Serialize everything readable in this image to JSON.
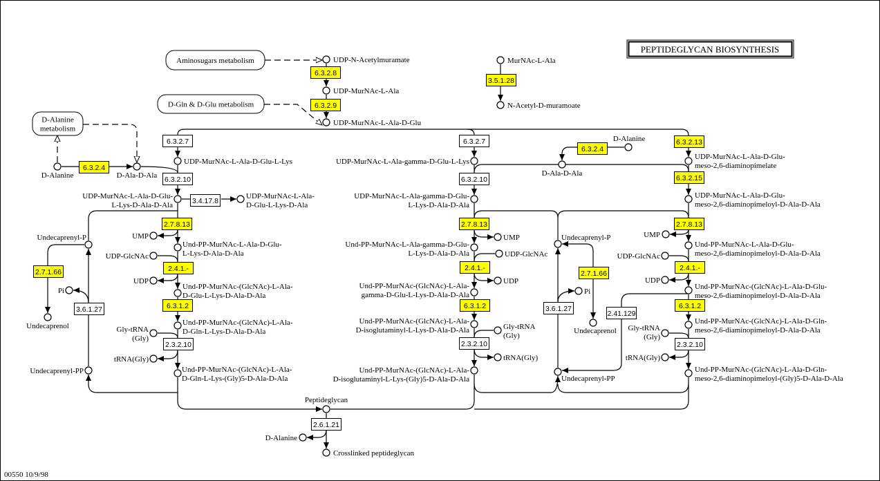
{
  "title": "PEPTIDEGLYCAN BIOSYNTHESIS",
  "footer": "00550   10/9/98",
  "colors": {
    "highlight": "#ffff00",
    "border": "#000000",
    "background": "#ffffff"
  },
  "pathway_maps": [
    {
      "lines": [
        "Aminosugars metabolism"
      ]
    },
    {
      "lines": [
        "D-Gln & D-Glu metabolism"
      ]
    },
    {
      "lines": [
        "D-Alanine",
        "metabolism"
      ]
    }
  ],
  "enzymes": [
    {
      "ec": "6.3.2.8",
      "highlighted": true
    },
    {
      "ec": "6.3.2.9",
      "highlighted": true
    },
    {
      "ec": "3.5.1.28",
      "highlighted": true
    },
    {
      "ec": "6.3.2.7",
      "highlighted": false
    },
    {
      "ec": "6.3.2.4",
      "highlighted": true
    },
    {
      "ec": "6.3.2.10",
      "highlighted": false
    },
    {
      "ec": "3.4.17.8",
      "highlighted": false
    },
    {
      "ec": "2.7.8.13",
      "highlighted": true
    },
    {
      "ec": "2.4.1.-",
      "highlighted": true
    },
    {
      "ec": "6.3.1.2",
      "highlighted": true
    },
    {
      "ec": "2.3.2.10",
      "highlighted": false
    },
    {
      "ec": "2.7.1.66",
      "highlighted": true
    },
    {
      "ec": "3.6.1.27",
      "highlighted": false
    },
    {
      "ec": "6.3.2.7",
      "highlighted": false
    },
    {
      "ec": "6.3.2.10",
      "highlighted": false
    },
    {
      "ec": "2.7.8.13",
      "highlighted": true
    },
    {
      "ec": "2.4.1.-",
      "highlighted": true
    },
    {
      "ec": "6.3.1.2",
      "highlighted": true
    },
    {
      "ec": "2.3.2.10",
      "highlighted": false
    },
    {
      "ec": "6.3.2.4",
      "highlighted": true
    },
    {
      "ec": "2.7.1.66",
      "highlighted": true
    },
    {
      "ec": "3.6.1.27",
      "highlighted": false
    },
    {
      "ec": "2.41.129",
      "highlighted": false
    },
    {
      "ec": "6.3.2.13",
      "highlighted": true
    },
    {
      "ec": "6.3.2.15",
      "highlighted": true
    },
    {
      "ec": "2.7.8.13",
      "highlighted": true
    },
    {
      "ec": "2.4.1.-",
      "highlighted": true
    },
    {
      "ec": "6.3.1.2",
      "highlighted": true
    },
    {
      "ec": "2.3.2.10",
      "highlighted": false
    },
    {
      "ec": "2.6.1.21",
      "highlighted": false
    }
  ],
  "compounds": [
    {
      "lines": [
        "UDP-N-Acetylmuramate"
      ]
    },
    {
      "lines": [
        "UDP-MurNAc-L-Ala"
      ]
    },
    {
      "lines": [
        "UDP-MurNAc-L-Ala-D-Glu"
      ]
    },
    {
      "lines": [
        "MurNAc-L-Ala"
      ]
    },
    {
      "lines": [
        "N-Acetyl-D-muramoate"
      ]
    },
    {
      "lines": [
        "D-Alanine"
      ]
    },
    {
      "lines": [
        "D-Ala-D-Ala"
      ]
    },
    {
      "lines": [
        "UDP-MurNAc-L-Ala-D-Glu-L-Lys"
      ]
    },
    {
      "lines": [
        "UDP-MurNAc-L-Ala-D-Glu-",
        "L-Lys-D-Ala-D-Ala"
      ]
    },
    {
      "lines": [
        "UDP-MurNAc-L-Ala-",
        "D-Glu-L-Lys-D-Ala"
      ]
    },
    {
      "lines": [
        "UMP"
      ]
    },
    {
      "lines": [
        "Und-PP-MurNAc-L-Ala-D-Glu-",
        "L-Lys-D-Ala-D-Ala"
      ]
    },
    {
      "lines": [
        "UDP-GlcNAc"
      ]
    },
    {
      "lines": [
        "UDP"
      ]
    },
    {
      "lines": [
        "Und-PP-MurNAc-(GlcNAc)-L-Ala-",
        "D-Glu-L-Lys-D-Ala-D-Ala"
      ]
    },
    {
      "lines": [
        "Und-PP-MurNAc-(GlcNAc)-L-Ala-",
        "D-Gln-L-Lys-D-Ala-D-Ala"
      ]
    },
    {
      "lines": [
        "Gly-tRNA",
        "(Gly)"
      ]
    },
    {
      "lines": [
        "tRNA(Gly)"
      ]
    },
    {
      "lines": [
        "Und-PP-MurNAc-(GlcNAc)-L-Ala-",
        "D-Gln-L-Lys-(Gly)5-D-Ala-D-Ala"
      ]
    },
    {
      "lines": [
        "Undecaprenyl-P"
      ]
    },
    {
      "lines": [
        "Undecaprenol"
      ]
    },
    {
      "lines": [
        "Pi"
      ]
    },
    {
      "lines": [
        "Undecaprenyl-PP"
      ]
    },
    {
      "lines": [
        "Peptideglycan"
      ]
    },
    {
      "lines": [
        "D-Alanine"
      ]
    },
    {
      "lines": [
        "Crosslinked peptideglycan"
      ]
    },
    {
      "lines": [
        "UDP-MurNAc-L-Ala-gamma-D-Glu-L-Lys"
      ]
    },
    {
      "lines": [
        "UDP-MurNAc-L-Ala-gamma-D-Glu-",
        "L-Lys-D-Ala-D-Ala"
      ]
    },
    {
      "lines": [
        "UMP"
      ]
    },
    {
      "lines": [
        "Und-PP-MurNAc-L-Ala-gamma-D-Glu-",
        "L-Lys-D-Ala-D-Ala"
      ]
    },
    {
      "lines": [
        "UDP-GlcNAc"
      ]
    },
    {
      "lines": [
        "UDP"
      ]
    },
    {
      "lines": [
        "Und-PP-MurNAc-(GlcNAc)-L-Ala-",
        "gamma-D-Glu-L-Lys-D-Ala-D-Ala"
      ]
    },
    {
      "lines": [
        "Und-PP-MurNAc-(GlcNAc)-L-Ala-",
        "D-isoglutaminyl-L-Lys-D-Ala-D-Ala"
      ]
    },
    {
      "lines": [
        "Gly-tRNA",
        "(Gly)"
      ]
    },
    {
      "lines": [
        "tRNA(Gly)"
      ]
    },
    {
      "lines": [
        "Und-PP-MurNAc-(GlcNAc)-L-Ala-",
        "D-isoglutaminyl-L-Lys-(Gly)5-D-Ala-D-Ala"
      ]
    },
    {
      "lines": [
        "D-Ala-D-Ala"
      ]
    },
    {
      "lines": [
        "D-Alanine"
      ]
    },
    {
      "lines": [
        "Undecaprenyl-P"
      ]
    },
    {
      "lines": [
        "Undecaprenol"
      ]
    },
    {
      "lines": [
        "Pi"
      ]
    },
    {
      "lines": [
        "Undecaprenyl-PP"
      ]
    },
    {
      "lines": [
        "UDP-MurNAc-L-Ala-D-Glu-",
        "meso-2,6-diaminopimelate"
      ]
    },
    {
      "lines": [
        "UDP-MurNAc-L-Ala-D-Glu-",
        "meso-2,6-diaminopimeloyl-D-Ala-D-Ala"
      ]
    },
    {
      "lines": [
        "UMP"
      ]
    },
    {
      "lines": [
        "Und-PP-MurNAc-L-Ala-D-Glu-",
        "meso-2,6-diaminopimeloyl-D-Ala-D-Ala"
      ]
    },
    {
      "lines": [
        "UDP-GlcNAc"
      ]
    },
    {
      "lines": [
        "UDP"
      ]
    },
    {
      "lines": [
        "Und-PP-MurNAc-(GlcNAc)-L-Ala-D-Glu-",
        "meso-2,6-diaminopimeloyl-D-Ala-D-Ala"
      ]
    },
    {
      "lines": [
        "Und-PP-MurNAc-(GlcNAc)-L-Ala-D-Gln-",
        "meso-2,6-diaminopimeloyl-D-Ala-D-Ala"
      ]
    },
    {
      "lines": [
        "Gly-tRNA",
        "(Gly)"
      ]
    },
    {
      "lines": [
        "tRNA(Gly)"
      ]
    },
    {
      "lines": [
        "Und-PP-MurNAc-(GlcNAc)-L-Ala-D-Gln-",
        "meso-2,6-diaminopimeloyl-(Gly)5-D-Ala-D-Ala"
      ]
    }
  ]
}
